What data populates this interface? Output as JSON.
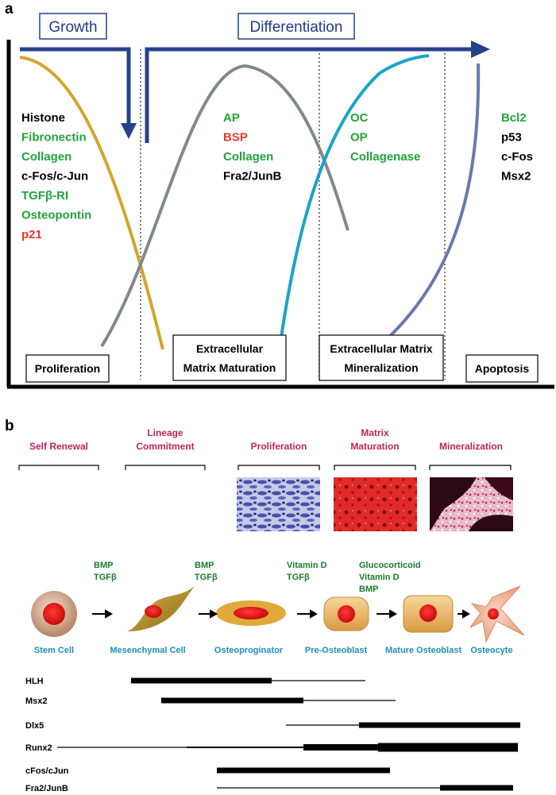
{
  "panel_a": {
    "letter": "a",
    "growth_label": "Growth",
    "differentiation_label": "Differentiation",
    "gene_groups": [
      [
        {
          "t": "Histone",
          "c": "#000000"
        },
        {
          "t": "Fibronectin",
          "c": "#22a33a"
        },
        {
          "t": "Collagen",
          "c": "#22a33a"
        },
        {
          "t": "c-Fos/c-Jun",
          "c": "#000000"
        },
        {
          "t": "TGFβ-RI",
          "c": "#22a33a"
        },
        {
          "t": "Osteopontin",
          "c": "#22a33a"
        },
        {
          "t": "p21",
          "c": "#e23a2e"
        }
      ],
      [
        {
          "t": "AP",
          "c": "#22a33a"
        },
        {
          "t": "BSP",
          "c": "#e23a2e"
        },
        {
          "t": "Collagen",
          "c": "#22a33a"
        },
        {
          "t": "Fra2/JunB",
          "c": "#000000"
        }
      ],
      [
        {
          "t": "OC",
          "c": "#22a33a"
        },
        {
          "t": "OP",
          "c": "#22a33a"
        },
        {
          "t": "Collagenase",
          "c": "#22a33a"
        }
      ],
      [
        {
          "t": "Bcl2",
          "c": "#22a33a"
        },
        {
          "t": "p53",
          "c": "#000000"
        },
        {
          "t": "c-Fos",
          "c": "#000000"
        },
        {
          "t": "Msx2",
          "c": "#000000"
        }
      ]
    ],
    "stages": [
      {
        "line1": "Proliferation",
        "line2": ""
      },
      {
        "line1": "Extracellular",
        "line2": "Matrix Maturation"
      },
      {
        "line1": "Extracellular Matrix",
        "line2": "Mineralization"
      },
      {
        "line1": "Apoptosis",
        "line2": ""
      }
    ],
    "colors": {
      "arrow": "#27408b",
      "curve_prolif": "#d4a52a",
      "curve_matrix": "#808a8a",
      "curve_mineral": "#1aa3c8",
      "curve_apoptosis": "#6a78b0"
    }
  },
  "panel_b": {
    "letter": "b",
    "steps": [
      "Self Renewal",
      "Lineage|Commitment",
      "Proliferation",
      "Matrix|Maturation",
      "Mineralization"
    ],
    "factors": [
      "BMP|TGFβ",
      "BMP|TGFβ",
      "Vitamin D|TGFβ",
      "Glucocorticoid|Vitamin D|BMP"
    ],
    "cells": [
      "Stem Cell",
      "Mesenchymal Cell",
      "Osteoproginator",
      "Pre-Osteoblast",
      "Mature Osteoblast",
      "Osteocyte"
    ],
    "transcription_factors": [
      "HLH",
      "Msx2",
      "Dlx5",
      "Runx2",
      "cFos/cJun",
      "Fra2/JunB"
    ]
  }
}
